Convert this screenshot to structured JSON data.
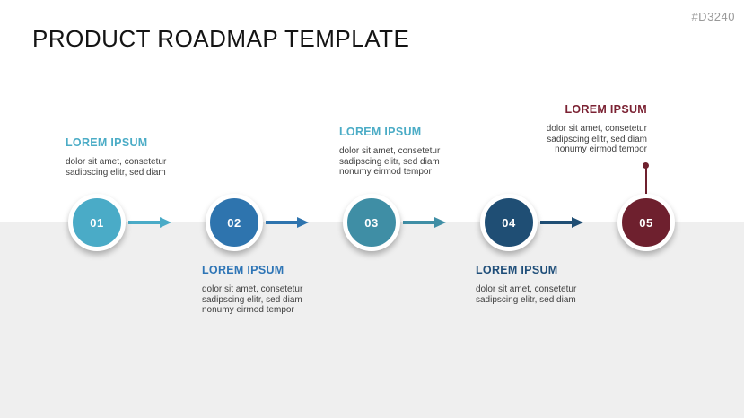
{
  "header": {
    "title": "PRODUCT ROADMAP TEMPLATE",
    "slide_id": "#D3240"
  },
  "colors": {
    "band": "#EFEFEF",
    "title_text": "#141414",
    "slide_id_text": "#999999",
    "body_text": "#404040"
  },
  "milestones": [
    {
      "number": "01",
      "heading": "LOREM IPSUM",
      "heading_color": "#4BACC6",
      "circle_color": "#4AABC7",
      "arrow_color": "#4AABC7",
      "text_position": "above",
      "body_lines": [
        "dolor sit amet, consetetur",
        "sadipscing elitr, sed diam"
      ]
    },
    {
      "number": "02",
      "heading": "LOREM IPSUM",
      "heading_color": "#2E75B6",
      "circle_color": "#2E74AE",
      "arrow_color": "#2E74AE",
      "text_position": "below",
      "body_lines": [
        "dolor sit amet, consetetur",
        "sadipscing elitr, sed diam",
        "nonumy eirmod tempor"
      ]
    },
    {
      "number": "03",
      "heading": "LOREM IPSUM",
      "heading_color": "#4BACC6",
      "circle_color": "#3F8EA5",
      "arrow_color": "#3F8EA5",
      "text_position": "above",
      "body_lines": [
        "dolor sit amet, consetetur",
        "sadipscing elitr, sed diam",
        "nonumy eirmod tempor"
      ]
    },
    {
      "number": "04",
      "heading": "LOREM IPSUM",
      "heading_color": "#1F4E79",
      "circle_color": "#1F4E74",
      "arrow_color": "#1F4E74",
      "text_position": "below",
      "body_lines": [
        "dolor sit amet, consetetur",
        "sadipscing elitr, sed diam"
      ]
    },
    {
      "number": "05",
      "heading": "LOREM IPSUM",
      "heading_color": "#7B2233",
      "circle_color": "#6E202E",
      "connector_color": "#6E202E",
      "text_position": "above-right",
      "body_lines": [
        "dolor sit amet, consetetur",
        "sadipscing elitr, sed diam",
        "nonumy eirmod tempor"
      ]
    }
  ]
}
